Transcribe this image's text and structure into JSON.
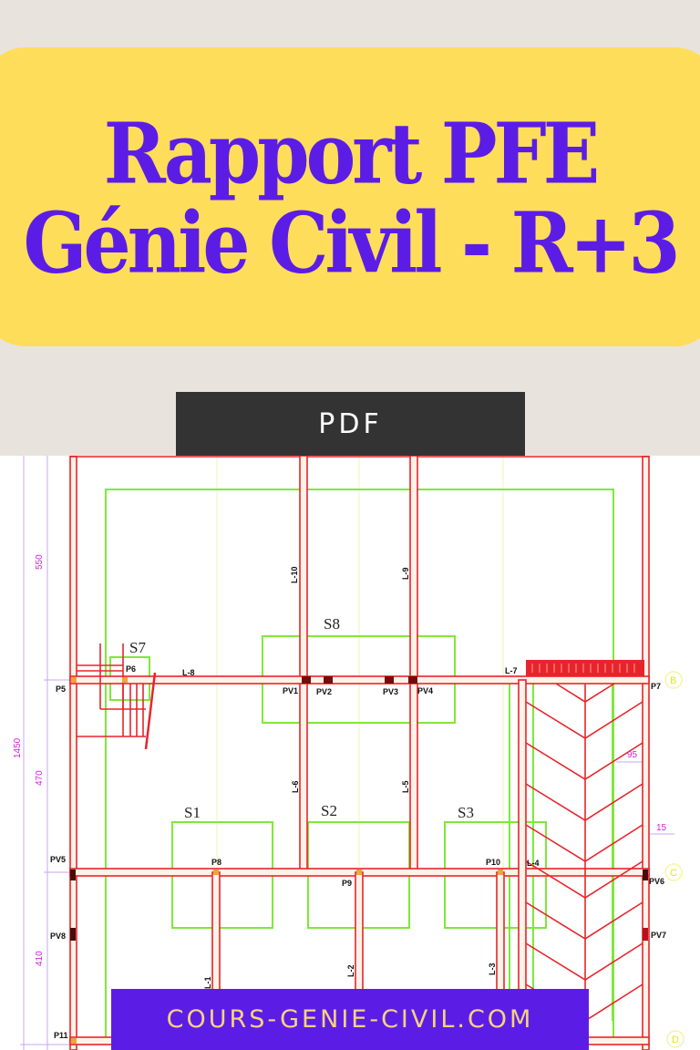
{
  "title": {
    "line1": "Rapport PFE",
    "line2": "Génie Civil - R+3"
  },
  "badge": {
    "label": "PDF"
  },
  "footer": {
    "site": "COURS-GENIE-CIVIL.COM"
  },
  "colors": {
    "background": "#e9e3de",
    "banner": "#fedd5b",
    "title_text": "#5b1de6",
    "badge_bg": "#333333",
    "footer_bg": "#5b1de6",
    "footer_text": "#f7d37c",
    "beam": "#e8242b",
    "slab": "#7ee83a",
    "dimension": "#d31ee0"
  },
  "plan": {
    "dimensions": {
      "d550": "550",
      "d1450": "1450",
      "d470": "470",
      "d410": "410",
      "d95": "95",
      "d15": "15"
    },
    "slabs": {
      "s1": "S1",
      "s2": "S2",
      "s3": "S3",
      "s7": "S7",
      "s8": "S8"
    },
    "beams": {
      "l1": "L-1",
      "l2": "L-2",
      "l3": "L-3",
      "l4": "L-4",
      "l5": "L-5",
      "l6": "L-6",
      "l7": "L-7",
      "l8": "L-8",
      "l9": "L-9",
      "l10": "L-10"
    },
    "posts": {
      "p5": "P5",
      "p6": "P6",
      "p7": "P7",
      "p8": "P8",
      "p9": "P9",
      "p10": "P10",
      "p11": "P11",
      "pv1": "PV1",
      "pv2": "PV2",
      "pv3": "PV3",
      "pv4": "PV4",
      "pv5": "PV5",
      "pv6": "PV6",
      "pv7": "PV7",
      "pv8": "PV8"
    },
    "grid_letters": {
      "b": "B",
      "c": "C",
      "d": "D"
    }
  }
}
